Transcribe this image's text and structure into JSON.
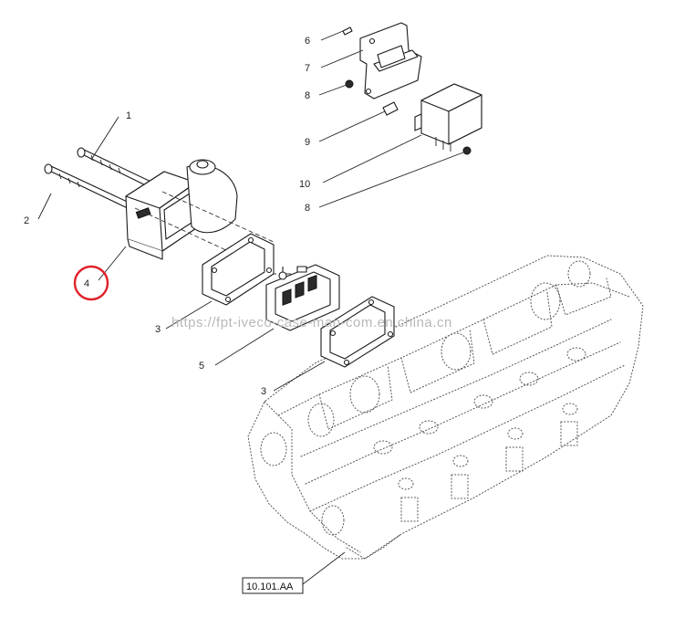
{
  "callouts": [
    {
      "label": "1"
    },
    {
      "label": "2"
    },
    {
      "label": "4"
    },
    {
      "label": "3"
    },
    {
      "label": "5"
    },
    {
      "label": "3"
    },
    {
      "label": "6"
    },
    {
      "label": "7"
    },
    {
      "label": "8"
    },
    {
      "label": "9"
    },
    {
      "label": "10"
    },
    {
      "label": "8"
    }
  ],
  "reference": {
    "label": "10.101.AA"
  },
  "watermark": {
    "text": "https://fpt-iveco-case-man-com.en.china.cn"
  },
  "colors": {
    "highlight": "#e0202a",
    "line": "#1a1a1a",
    "watermark": "#b9b9b9"
  }
}
